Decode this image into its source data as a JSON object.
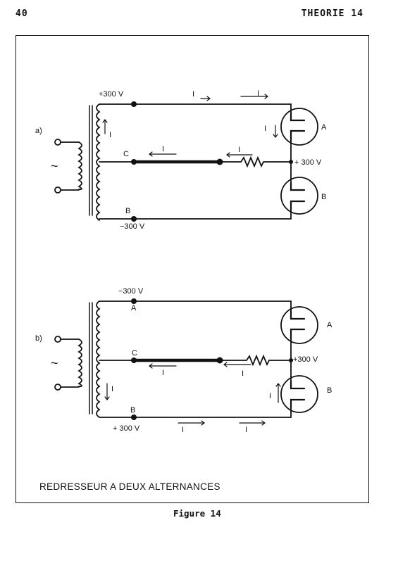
{
  "header": {
    "page_number": "40",
    "section": "THEORIE 14"
  },
  "caption": "REDRESSEUR A DEUX ALTERNANCES",
  "figure_label": "Figure 14",
  "diagram_a": {
    "tag": "a)",
    "top_voltage": "+300 V",
    "center_label": "C",
    "bottom_label": "B",
    "bottom_voltage": "−300 V",
    "output_voltage": "+ 300 V",
    "tube_top_label": "A",
    "tube_bottom_label": "B",
    "current": "I",
    "source": "~"
  },
  "diagram_b": {
    "tag": "b)",
    "top_voltage": "−300 V",
    "top_label": "A",
    "center_label": "C",
    "bottom_label": "B",
    "bottom_voltage": "+ 300 V",
    "output_voltage": "+300 V",
    "tube_top_label": "A",
    "tube_bottom_label": "B",
    "current": "I",
    "source": "~"
  }
}
